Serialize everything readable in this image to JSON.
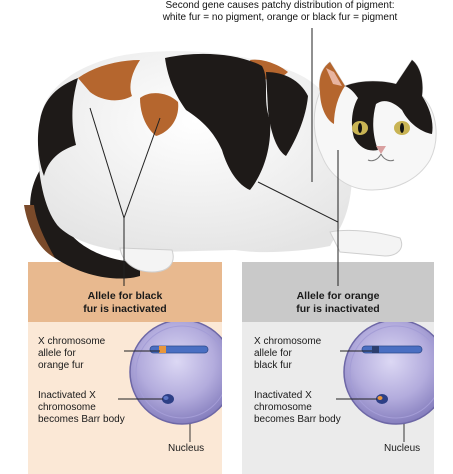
{
  "top_caption": {
    "line1": "Second gene causes patchy distribution of pigment:",
    "line2": "white fur = no pigment, orange or black fur = pigment"
  },
  "left_panel": {
    "heading_line1": "Allele for black",
    "heading_line2": "fur is inactivated",
    "x_label_line1": "X chromosome",
    "x_label_line2": "allele for",
    "x_label_line3": "orange fur",
    "barr_label_line1": "Inactivated X",
    "barr_label_line2": "chromosome",
    "barr_label_line3": "becomes Barr body",
    "nucleus_label": "Nucleus",
    "colors": {
      "header_bg": "#e8b98f",
      "body_bg": "#fbe8d6",
      "chromosome_band": "#e8963c"
    }
  },
  "right_panel": {
    "heading_line1": "Allele for orange",
    "heading_line2": "fur is inactivated",
    "x_label_line1": "X chromosome",
    "x_label_line2": "allele for",
    "x_label_line3": "black fur",
    "barr_label_line1": "Inactivated X",
    "barr_label_line2": "chromosome",
    "barr_label_line3": "becomes Barr body",
    "nucleus_label": "Nucleus",
    "colors": {
      "header_bg": "#c9c9c9",
      "body_bg": "#ebebeb",
      "chromosome_band": "#2c3e6e"
    }
  }
}
